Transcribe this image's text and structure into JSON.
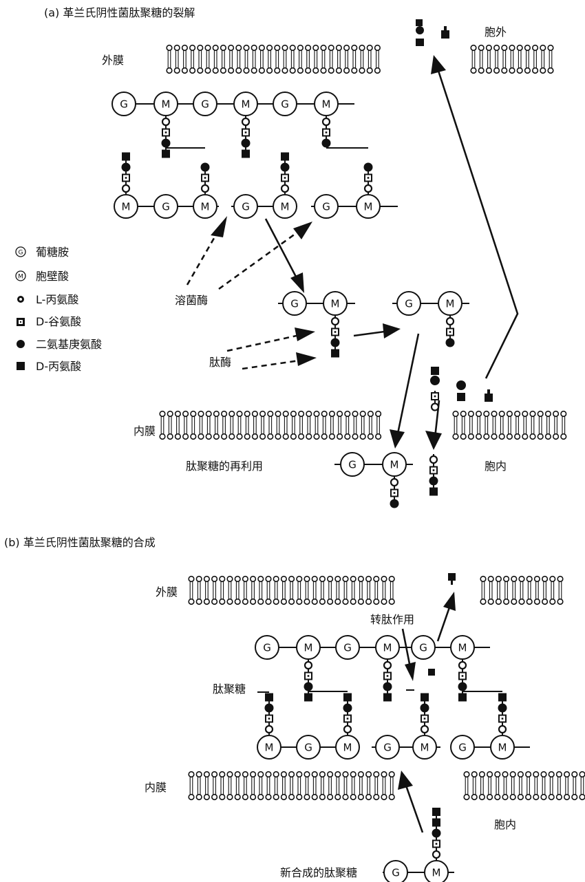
{
  "panel_a": {
    "title": "(a) 革兰氏阴性菌肽聚糖的裂解",
    "outer_membrane": "外膜",
    "periplasm_out": "胞外",
    "lysozyme": "溶菌酶",
    "peptidase": "肽酶",
    "inner_membrane": "内膜",
    "recycling": "肽聚糖的再利用",
    "cytoplasm": "胞内"
  },
  "legend": [
    {
      "key": "G",
      "symbol": "circle-letter-g",
      "label": "葡糖胺"
    },
    {
      "key": "M",
      "symbol": "circle-letter-m",
      "label": "胞壁酸"
    },
    {
      "key": "L-Ala",
      "symbol": "open-ring",
      "label": "L-丙氨酸"
    },
    {
      "key": "D-Glu",
      "symbol": "boxed-square",
      "label": "D-谷氨酸"
    },
    {
      "key": "DAP",
      "symbol": "filled-circle",
      "label": "二氨基庚氨酸"
    },
    {
      "key": "D-Ala",
      "symbol": "filled-square",
      "label": "D-丙氨酸"
    }
  ],
  "panel_b": {
    "title": "(b) 革兰氏阴性菌肽聚糖的合成",
    "outer_membrane": "外膜",
    "transpeptidation": "转肽作用",
    "peptidoglycan": "肽聚糖",
    "inner_membrane": "内膜",
    "cytoplasm": "胞内",
    "new_peptidoglycan": "新合成的肽聚糖"
  },
  "sugar_letters": {
    "g": "G",
    "m": "M"
  }
}
